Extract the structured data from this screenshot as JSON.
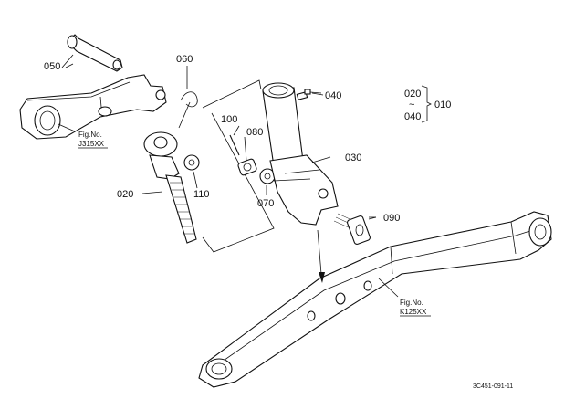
{
  "callouts": {
    "p050": "050",
    "p060": "060",
    "p040": "040",
    "p020_top": "020",
    "p040_top": "040",
    "p010": "010",
    "p100": "100",
    "p080": "080",
    "p030": "030",
    "p020": "020",
    "p110": "110",
    "p070": "070",
    "p090": "090",
    "tilde": "~"
  },
  "fig_refs": {
    "j315_line1": "Fig.No.",
    "j315_line2": "J315XX",
    "k125_line1": "Fig.No.",
    "k125_line2": "K125XX"
  },
  "drawing_code": "3C451-091-11"
}
